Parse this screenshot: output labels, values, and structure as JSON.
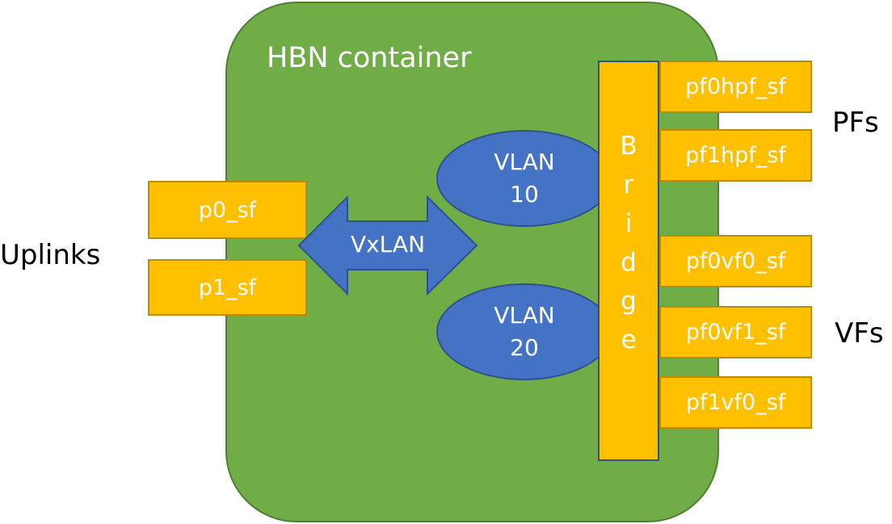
{
  "container": {
    "title": "HBN container"
  },
  "uplinks": {
    "label": "Uplinks",
    "ports": [
      "p0_sf",
      "p1_sf"
    ]
  },
  "vxlan": {
    "label": "VxLAN"
  },
  "vlans": [
    {
      "line1": "VLAN",
      "line2": "10"
    },
    {
      "line1": "VLAN",
      "line2": "20"
    }
  ],
  "bridge": {
    "letters": [
      "B",
      "r",
      "i",
      "d",
      "g",
      "e"
    ],
    "label": "Bridge"
  },
  "pfs": {
    "label": "PFs",
    "ports": [
      "pf0hpf_sf",
      "pf1hpf_sf"
    ]
  },
  "vfs": {
    "label": "VFs",
    "ports": [
      "pf0vf0_sf",
      "pf0vf1_sf",
      "pf1vf0_sf"
    ]
  },
  "colors": {
    "container": "#70ad47",
    "port": "#ffc000",
    "blue_shape": "#4472c4",
    "text_on_shape": "#ffffff"
  }
}
